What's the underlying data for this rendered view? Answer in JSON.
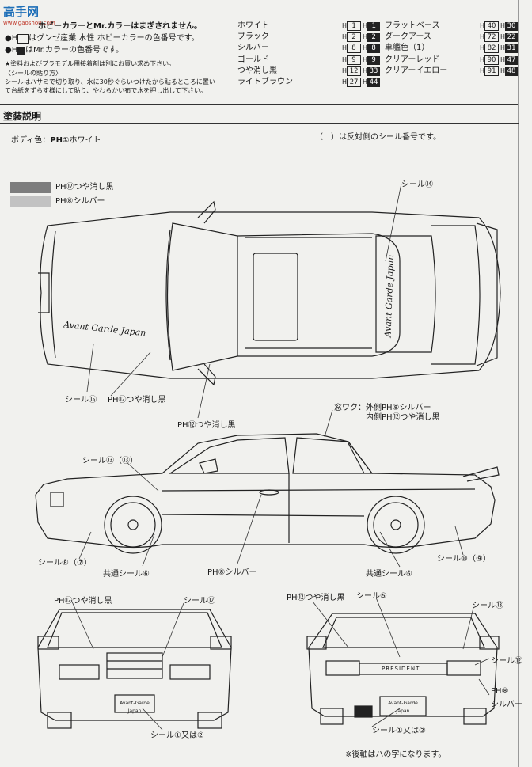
{
  "header": {
    "logo_text": "高手网",
    "logo_sub": "www.gaoshou.com",
    "line1": "ホビーカラーとMr.カラーはまぎされません。",
    "line2_prefix": "●H",
    "line2": "はグンゼ産業 水性 ホビーカラーの色番号です。",
    "line3_prefix": "●H",
    "line3": "はMr.カラーの色番号です。",
    "note1": "★塗料およびプラモデル用接着剤は別にお買い求め下さい。",
    "note2": "〈シールの貼り方〉",
    "note3": "シールはハサミで切り取り、水に30秒ぐらいつけたから貼るところに置い",
    "note4": "て台紙をずらす様にして貼り、やわらかい布で水を押し出して下さい。"
  },
  "colors_left": [
    {
      "name": "ホワイト",
      "h": "H",
      "n": "1",
      "m": "1"
    },
    {
      "name": "ブラック",
      "h": "H",
      "n": "2",
      "m": "2"
    },
    {
      "name": "シルバー",
      "h": "H",
      "n": "8",
      "m": "8"
    },
    {
      "name": "ゴールド",
      "h": "H",
      "n": "9",
      "m": "9"
    },
    {
      "name": "つや消し黒",
      "h": "H",
      "n": "12",
      "m": "33"
    },
    {
      "name": "ライトブラウン",
      "h": "H",
      "n": "27",
      "m": "44"
    }
  ],
  "colors_right": [
    {
      "name": "フラットベース",
      "h": "H",
      "n": "40",
      "m": "30"
    },
    {
      "name": "ダークアース",
      "h": "H",
      "n": "72",
      "m": "22"
    },
    {
      "name": "車艦色（1）",
      "h": "H",
      "n": "82",
      "m": "31"
    },
    {
      "name": "クリアーレッド",
      "h": "H",
      "n": "90",
      "m": "47"
    },
    {
      "name": "クリアーイエロー",
      "h": "H",
      "n": "91",
      "m": "48"
    }
  ],
  "section": {
    "title": "塗装説明",
    "body_color_label": "ボディ色：",
    "body_color_code": "PH①",
    "body_color": "ホワイト",
    "reverse_note": "（　）は反対側のシール番号です。"
  },
  "legend": [
    {
      "code": "PH⑫",
      "label": "つや消し黒",
      "color": "#7d7d7d"
    },
    {
      "code": "PH⑧",
      "label": "シルバー",
      "color": "#bdbdbd"
    }
  ],
  "top_view": {
    "seal_14": "シール⑭",
    "seal_15": "シール⑮",
    "matte_black_1": "PH⑫つや消し黒",
    "matte_black_2": "PH⑫つや消し黒",
    "script_hood": "Avant Garde Japan",
    "script_trunk": "Avant Garde Japan"
  },
  "side_view": {
    "window_frame": "窓ワク：外側",
    "window_outer": "PH⑧シルバー",
    "window_inner_label": "内側",
    "window_inner": "PH⑫つや消し黒",
    "seal_13": "シール⑬（⑬）",
    "seal_8": "シール⑧（⑦）",
    "common_seal_left": "共通シール⑥",
    "silver": "PH⑧シルバー",
    "common_seal_right": "共通シール⑥",
    "seal_10": "シール⑩（⑨）"
  },
  "front_view": {
    "matte_black": "PH⑫つや消し黒",
    "seal_12": "シール⑫",
    "seal_1": "シール①又は②",
    "plate": "Avant-Garde Japan"
  },
  "rear_view": {
    "matte_black": "PH⑫つや消し黒",
    "seal_5": "シール⑤",
    "seal_13": "シール⑬",
    "seal_12": "シール⑫",
    "silver_code": "PH⑧",
    "silver": "シルバー",
    "seal_1": "シール①又は②",
    "badge": "PRESIDENT",
    "plate": "Avant-Garde Japan",
    "footnote": "※後軸はハの字になります。"
  }
}
